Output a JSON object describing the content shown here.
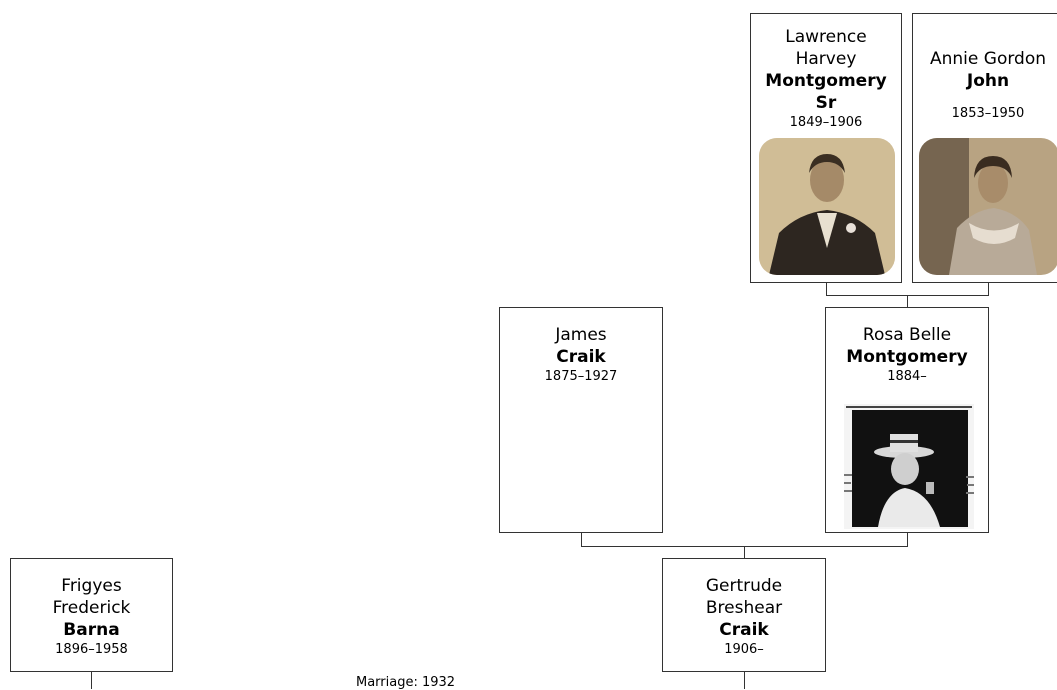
{
  "people": {
    "lawrence": {
      "given": [
        "Lawrence",
        "Harvey"
      ],
      "surname": [
        "Montgomery",
        "Sr"
      ],
      "dates": "1849–1906",
      "photo": "portrait-photo"
    },
    "annie": {
      "given": [
        "Annie Gordon"
      ],
      "surname": [
        "John"
      ],
      "dates": "1853–1950",
      "photo": "portrait-photo"
    },
    "james": {
      "given": [
        "James"
      ],
      "surname": [
        "Craik"
      ],
      "dates": "1875–1927"
    },
    "rosa": {
      "given": [
        "Rosa Belle"
      ],
      "surname": [
        "Montgomery"
      ],
      "dates": "1884–",
      "photo": "newspaper-photo"
    },
    "frigyes": {
      "given": [
        "Frigyes",
        "Frederick"
      ],
      "surname": [
        "Barna"
      ],
      "dates": "1896–1958"
    },
    "gertrude": {
      "given": [
        "Gertrude",
        "Breshear"
      ],
      "surname": [
        "Craik"
      ],
      "dates": "1906–"
    }
  },
  "marriage": {
    "label": "Marriage: 1932"
  }
}
